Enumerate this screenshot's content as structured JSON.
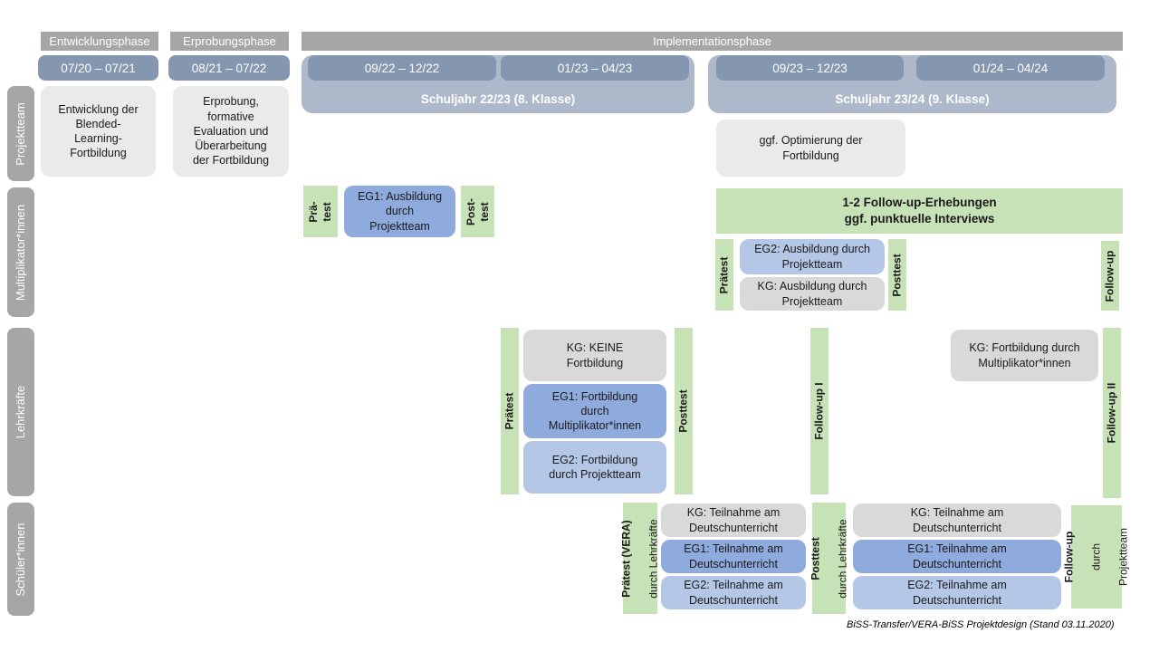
{
  "phases": {
    "p1": "Entwicklungsphase",
    "p2": "Erprobungsphase",
    "p3": "Implementationsphase"
  },
  "periods": {
    "d1": "07/20 – 07/21",
    "d2": "08/21 – 07/22",
    "d3": "09/22 – 12/22",
    "d4": "01/23 – 04/23",
    "d5": "09/23 – 12/23",
    "d6": "01/24 – 04/24"
  },
  "schoolyears": {
    "s1": "Schuljahr 22/23 (8. Klasse)",
    "s2": "Schuljahr 23/24 (9. Klasse)"
  },
  "row_labels": {
    "projektteam": "Projektteam",
    "multiplikatoren": "Multiplikator*innen",
    "lehrkraefte": "Lehrkräfte",
    "schueler": "Schüler*innen"
  },
  "projektteam": {
    "entwicklung": "Entwicklung der\nBlended-\nLearning-\nFortbildung",
    "erprobung": "Erprobung,\nformative\nEvaluation und\nÜberarbeitung\nder Fortbildung",
    "optimierung": "ggf. Optimierung der\nFortbildung"
  },
  "multiplikatoren": {
    "praetest_split": "Prä-\ntest",
    "eg1": "EG1: Ausbildung\ndurch\nProjektteam",
    "posttest_split": "Post-\ntest",
    "followup_box": "1-2 Follow-up-Erhebungen\nggf. punktuelle Interviews",
    "praetest": "Prätest",
    "eg2": "EG2: Ausbildung durch\nProjektteam",
    "kg": "KG: Ausbildung durch\nProjektteam",
    "posttest": "Posttest",
    "followup": "Follow-up"
  },
  "lehrkraefte": {
    "praetest": "Prätest",
    "kg": "KG: KEINE\nFortbildung",
    "eg1": "EG1: Fortbildung\ndurch\nMultiplikator*innen",
    "eg2": "EG2: Fortbildung\ndurch Projektteam",
    "posttest": "Posttest",
    "followup1": "Follow-up I",
    "kg2": "KG: Fortbildung durch\nMultiplikator*innen",
    "followup2": "Follow-up II"
  },
  "schueler": {
    "praetest_main": "Prätest (VERA)",
    "praetest_sub": "durch Lehrkräfte",
    "kg": "KG: Teilnahme am\nDeutschunterricht",
    "eg1": "EG1: Teilnahme am\nDeutschunterricht",
    "eg2": "EG2: Teilnahme am\nDeutschunterricht",
    "posttest_main": "Posttest",
    "posttest_sub": "durch Lehrkräfte",
    "followup_main": "Follow-up",
    "followup_sub1": "durch",
    "followup_sub2": "Projektteam"
  },
  "footer": "BiSS-Transfer/VERA-BiSS Projektdesign (Stand 03.11.2020)",
  "colors": {
    "phase_gray": "#a6a6a6",
    "date_blue": "#8496b0",
    "schuljahr_blue": "#adb9ca",
    "green": "#c8e2b8",
    "eg1_blue": "#8faadc",
    "eg2_blue": "#b4c7e7",
    "kg_gray": "#d9d9d9",
    "light_gray": "#eaeaea"
  }
}
